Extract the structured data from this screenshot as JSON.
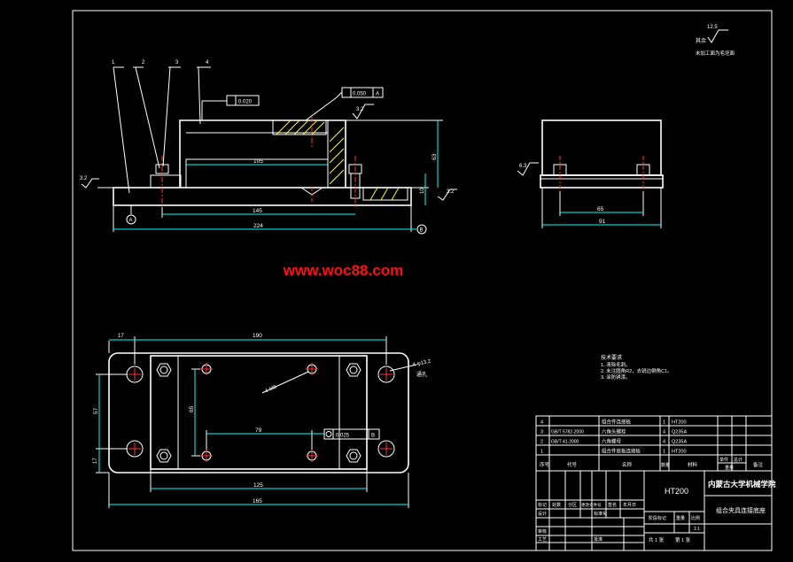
{
  "watermark": "www.woc88.com",
  "roughness": {
    "general_value": "12.5",
    "general_note": "其余",
    "general_sub": "未加工面为毛坯面",
    "top_value": "3.2",
    "left_value": "3.2",
    "right_value": "3.2",
    "side_value": "6.3"
  },
  "tolerances": {
    "flatness": "0.020",
    "parallelism": "0.050",
    "parallelism_datum": "A",
    "position": "0.025",
    "position_datum": "B"
  },
  "datums": {
    "a": "A",
    "b": "B"
  },
  "balloons": [
    "1",
    "2",
    "3",
    "4"
  ],
  "front_view": {
    "dim_105": "105",
    "dim_145": "145",
    "dim_224": "224",
    "dim_63": "63",
    "dim_10": "10"
  },
  "side_view": {
    "dim_65": "65",
    "dim_91": "91"
  },
  "top_view": {
    "dim_190": "190",
    "dim_17_top": "17",
    "dim_57": "57",
    "dim_17_side": "17",
    "dim_65": "65",
    "dim_79": "79",
    "dim_125": "125",
    "dim_165": "165",
    "hole_note": "4-φ13.2",
    "hole_note2": "通孔",
    "tap_note": "4-M8"
  },
  "tech_req": {
    "title": "技术要求",
    "items": [
      "1. 清除毛刺。",
      "2. 未注圆角R2，去锐边倒角C1。",
      "3. 涂防锈漆。"
    ]
  },
  "bom": {
    "rows": [
      {
        "no": "4",
        "code": "",
        "name": "组合件连接板",
        "qty": "1",
        "material": "HT200"
      },
      {
        "no": "3",
        "code": "GB/T 5782-2000",
        "name": "六角头螺栓",
        "qty": "4",
        "material": "Q235A"
      },
      {
        "no": "2",
        "code": "GB/T 41-2000",
        "name": "六角螺母",
        "qty": "4",
        "material": "Q235A"
      },
      {
        "no": "1",
        "code": "",
        "name": "组合件底板连接板",
        "qty": "1",
        "material": "HT200"
      }
    ],
    "headers": {
      "no": "序号",
      "code": "代号",
      "name": "名称",
      "qty": "数量",
      "material": "材料",
      "single": "单件",
      "total": "总计",
      "weight": "重量",
      "remark": "备注"
    }
  },
  "title_block": {
    "material": "HT200",
    "school": "内蒙古大学机械学院",
    "drawing_name": "组合夹具连接底座",
    "scale": "1:1",
    "sheet": "共 1 张",
    "sheet_no": "第 1 张",
    "labels": {
      "mark": "标记",
      "count": "处数",
      "zone": "分区",
      "change_doc": "更改文件号",
      "sign": "签名",
      "date": "年月日",
      "design": "设计",
      "standardize": "标准化",
      "stage": "阶段标记",
      "weight": "重量",
      "scale": "比例",
      "review": "审核",
      "process": "工艺",
      "approve": "批准"
    }
  }
}
